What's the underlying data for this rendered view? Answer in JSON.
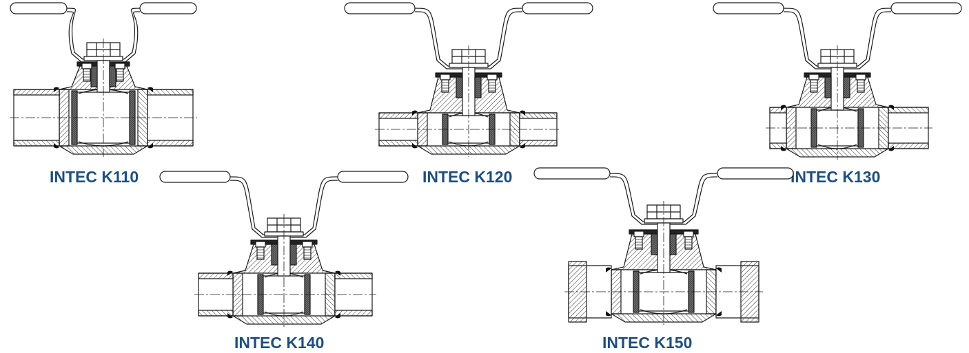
{
  "colors": {
    "caption": "#1f4e79",
    "line": "#1a1a1a",
    "seal": "#3a3a3a"
  },
  "valves": [
    {
      "id": "k110",
      "label": "INTEC K110",
      "end_style": "socket-weld"
    },
    {
      "id": "k120",
      "label": "INTEC K120",
      "end_style": "butt-weld-extended"
    },
    {
      "id": "k130",
      "label": "INTEC K130",
      "end_style": "socket-butt-weld"
    },
    {
      "id": "k140",
      "label": "INTEC K140",
      "end_style": "butt-weld-extended-tapered"
    },
    {
      "id": "k150",
      "label": "INTEC K150",
      "end_style": "compression-fitting"
    }
  ]
}
